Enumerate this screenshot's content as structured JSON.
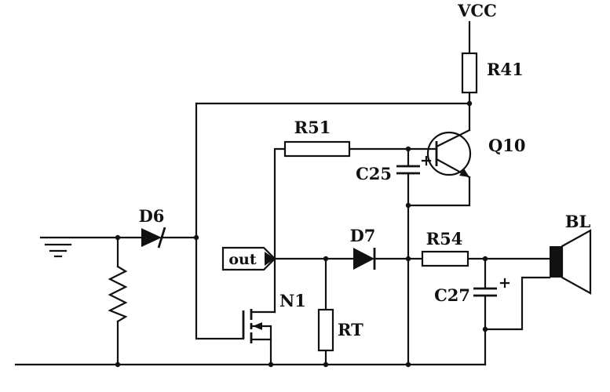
{
  "page": {
    "background_color": "#ffffff",
    "ink_color": "#111111",
    "kind": "scanned circuit schematic"
  },
  "diagram": {
    "labels": {
      "vcc": "VCC",
      "r41": "R41",
      "q10": "Q10",
      "r51": "R51",
      "c25": "C25",
      "d6": "D6",
      "out": "out",
      "n1": "N1",
      "rt": "RT",
      "d7": "D7",
      "r54": "R54",
      "c27": "C27",
      "bl": "BL"
    },
    "components": [
      {
        "ref": "VCC",
        "type": "power-rail"
      },
      {
        "ref": "R41",
        "type": "resistor"
      },
      {
        "ref": "Q10",
        "type": "npn-transistor"
      },
      {
        "ref": "R51",
        "type": "resistor"
      },
      {
        "ref": "C25",
        "type": "polarized-capacitor"
      },
      {
        "ref": "D6",
        "type": "zener-diode"
      },
      {
        "ref": "out",
        "type": "signal-tag"
      },
      {
        "ref": "N1",
        "type": "n-channel-mosfet"
      },
      {
        "ref": "RT",
        "type": "resistor"
      },
      {
        "ref": "D7",
        "type": "diode"
      },
      {
        "ref": "R54",
        "type": "resistor"
      },
      {
        "ref": "C27",
        "type": "polarized-capacitor"
      },
      {
        "ref": "BL",
        "type": "speaker"
      },
      {
        "ref": "GND",
        "type": "earth-ground"
      }
    ]
  }
}
